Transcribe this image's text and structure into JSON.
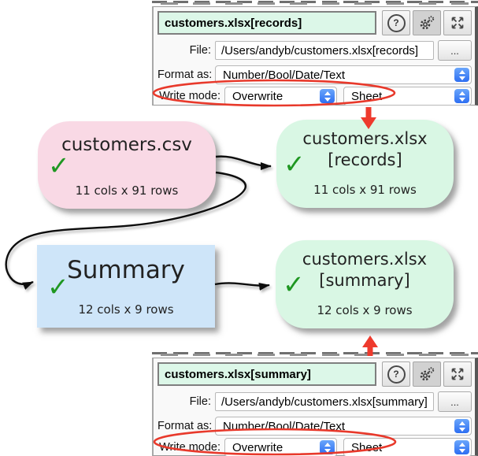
{
  "panels": {
    "records": {
      "title": "customers.xlsx[records]",
      "file_label": "File:",
      "file_value": "/Users/andyb/customers.xlsx[records]",
      "browse_label": "...",
      "format_label": "Format as:",
      "format_value": "Number/Bool/Date/Text",
      "write_mode_label": "Write mode:",
      "write_mode_value": "Overwrite",
      "write_target_value": "Sheet"
    },
    "summary": {
      "title": "customers.xlsx[summary]",
      "file_label": "File:",
      "file_value": "/Users/andyb/customers.xlsx[summary]",
      "browse_label": "...",
      "format_label": "Format as:",
      "format_value": "Number/Bool/Date/Text",
      "write_mode_label": "Write mode:",
      "write_mode_value": "Overwrite",
      "write_target_value": "Sheet"
    }
  },
  "nodes": {
    "csv": {
      "title": "customers.csv",
      "meta": "11 cols x 91 rows"
    },
    "records": {
      "title_line1": "customers.xlsx",
      "title_line2": "[records]",
      "meta": "11 cols x 91 rows"
    },
    "summary": {
      "title": "Summary",
      "meta": "12 cols x 9 rows"
    },
    "xlsx_summary": {
      "title_line1": "customers.xlsx",
      "title_line2": "[summary]",
      "meta": "12 cols x 9 rows"
    }
  },
  "icons": {
    "check": "✓",
    "help": "?"
  },
  "colors": {
    "node_pink": "#f9d9e5",
    "node_green": "#d9f7e4",
    "node_blue": "#cee5f9",
    "title_field_green": "#dcf7e8",
    "stepper_blue": "#2d6ef2",
    "accent_red": "#ee3a2d",
    "check_green": "#1f9722",
    "edge_black": "#0d0d0d"
  }
}
